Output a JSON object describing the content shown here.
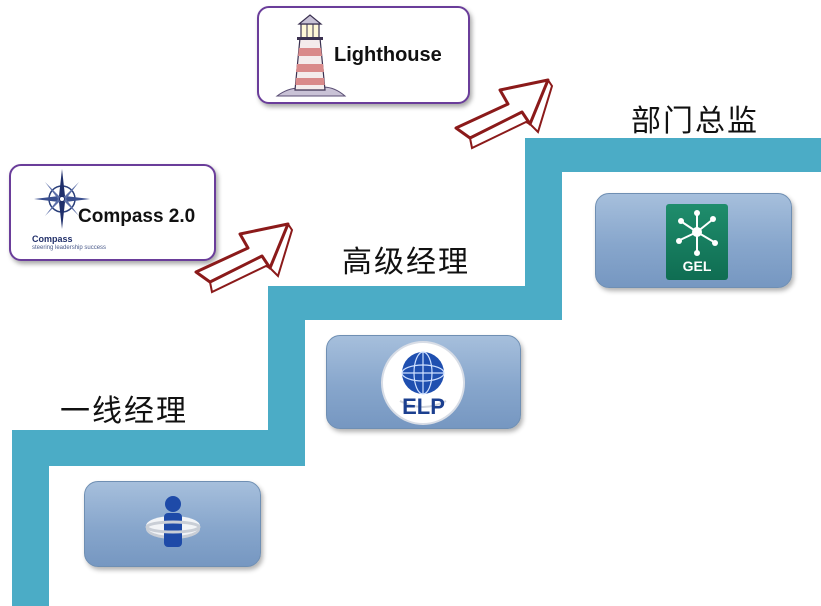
{
  "levels": [
    {
      "label": "一线经理"
    },
    {
      "label": "高级经理"
    },
    {
      "label": "部门总监"
    }
  ],
  "programs": {
    "compass": {
      "title": "Compass 2.0",
      "logo_word": "Compass",
      "tagline": "steering leadership success",
      "icon": "compass-rose-icon"
    },
    "lighthouse": {
      "title": "Lighthouse",
      "icon": "lighthouse-icon"
    },
    "elp": {
      "text": "ELP",
      "icon": "globe-icon"
    },
    "gel": {
      "text": "GEL",
      "icon": "network-node-icon"
    },
    "first": {
      "icon": "i-logo-icon"
    }
  },
  "colors": {
    "stair": "#4BACC6",
    "badge": "#87A6CC",
    "arrow_outline": "#8B1A1A",
    "card_border": "#6A3D9A"
  }
}
